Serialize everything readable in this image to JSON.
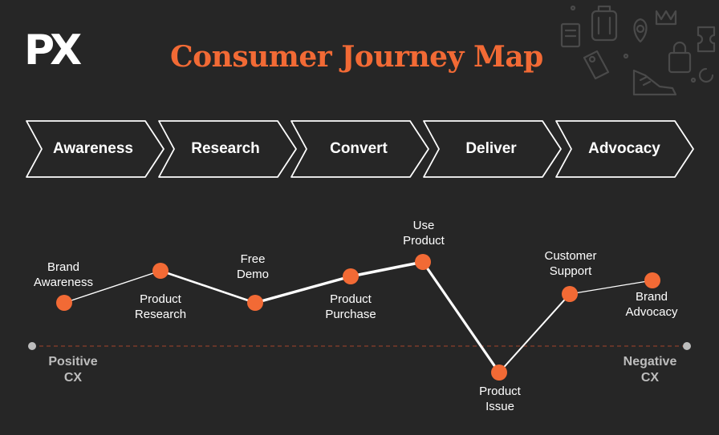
{
  "header": {
    "logo_text": "PX",
    "title": "Consumer Journey Map"
  },
  "stages": [
    {
      "label": "Awareness"
    },
    {
      "label": "Research"
    },
    {
      "label": "Convert"
    },
    {
      "label": "Deliver"
    },
    {
      "label": "Advocacy"
    }
  ],
  "journey": {
    "points": [
      {
        "label_line1": "Brand",
        "label_line2": "Awareness"
      },
      {
        "label_line1": "Product",
        "label_line2": "Research"
      },
      {
        "label_line1": "Free",
        "label_line2": "Demo"
      },
      {
        "label_line1": "Product",
        "label_line2": "Purchase"
      },
      {
        "label_line1": "Use",
        "label_line2": "Product"
      },
      {
        "label_line1": "Product",
        "label_line2": "Issue"
      },
      {
        "label_line1": "Customer",
        "label_line2": "Support"
      },
      {
        "label_line1": "Brand",
        "label_line2": "Advocacy"
      }
    ],
    "axis": {
      "left_line1": "Positive",
      "left_line2": "CX",
      "right_line1": "Negative",
      "right_line2": "CX"
    }
  },
  "colors": {
    "background": "#262626",
    "accent": "#f26a35",
    "text": "#ffffff",
    "muted": "#bdbdbd",
    "dashed_line": "#7a3a28"
  },
  "icons": [
    "suitcase-icon",
    "shopping-bag-icon",
    "sneaker-icon",
    "tag-icon",
    "map-pin-icon",
    "document-icon"
  ]
}
